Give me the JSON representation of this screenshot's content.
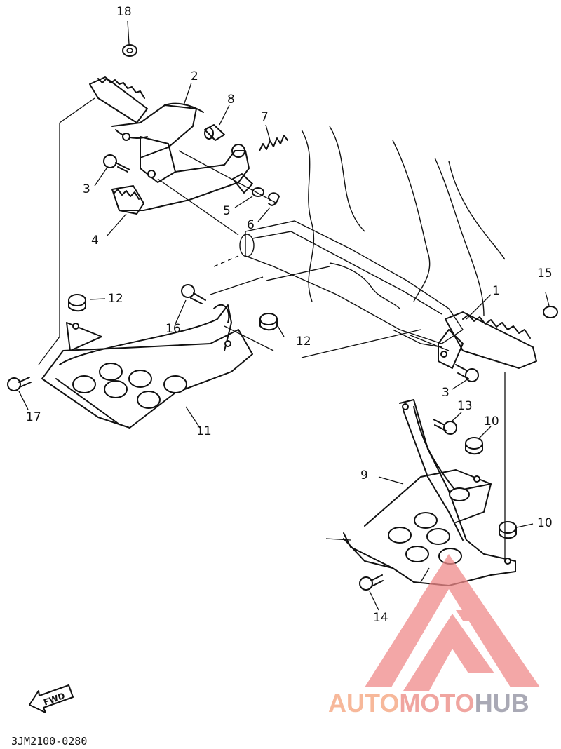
{
  "callouts": {
    "c18": "18",
    "c2": "2",
    "c8": "8",
    "c7": "7",
    "c3a": "3",
    "c5": "5",
    "c6": "6",
    "c4": "4",
    "c12a": "12",
    "c16": "16",
    "c12b": "12",
    "c15": "15",
    "c1": "1",
    "c17": "17",
    "c11": "11",
    "c3b": "3",
    "c13": "13",
    "c10a": "10",
    "c9": "9",
    "c10b": "10",
    "c14": "14"
  },
  "fwd_label": "FWD",
  "diagram_code": "3JM2100-0280",
  "watermark": {
    "word_part1": "AUTO",
    "word_part2": "MOTO",
    "word_part3": "HUB",
    "colors": {
      "part1": "#f7b89a",
      "part2": "#f0a5a0",
      "part3": "#a9a9b5",
      "logo": "#f08a8a"
    }
  }
}
